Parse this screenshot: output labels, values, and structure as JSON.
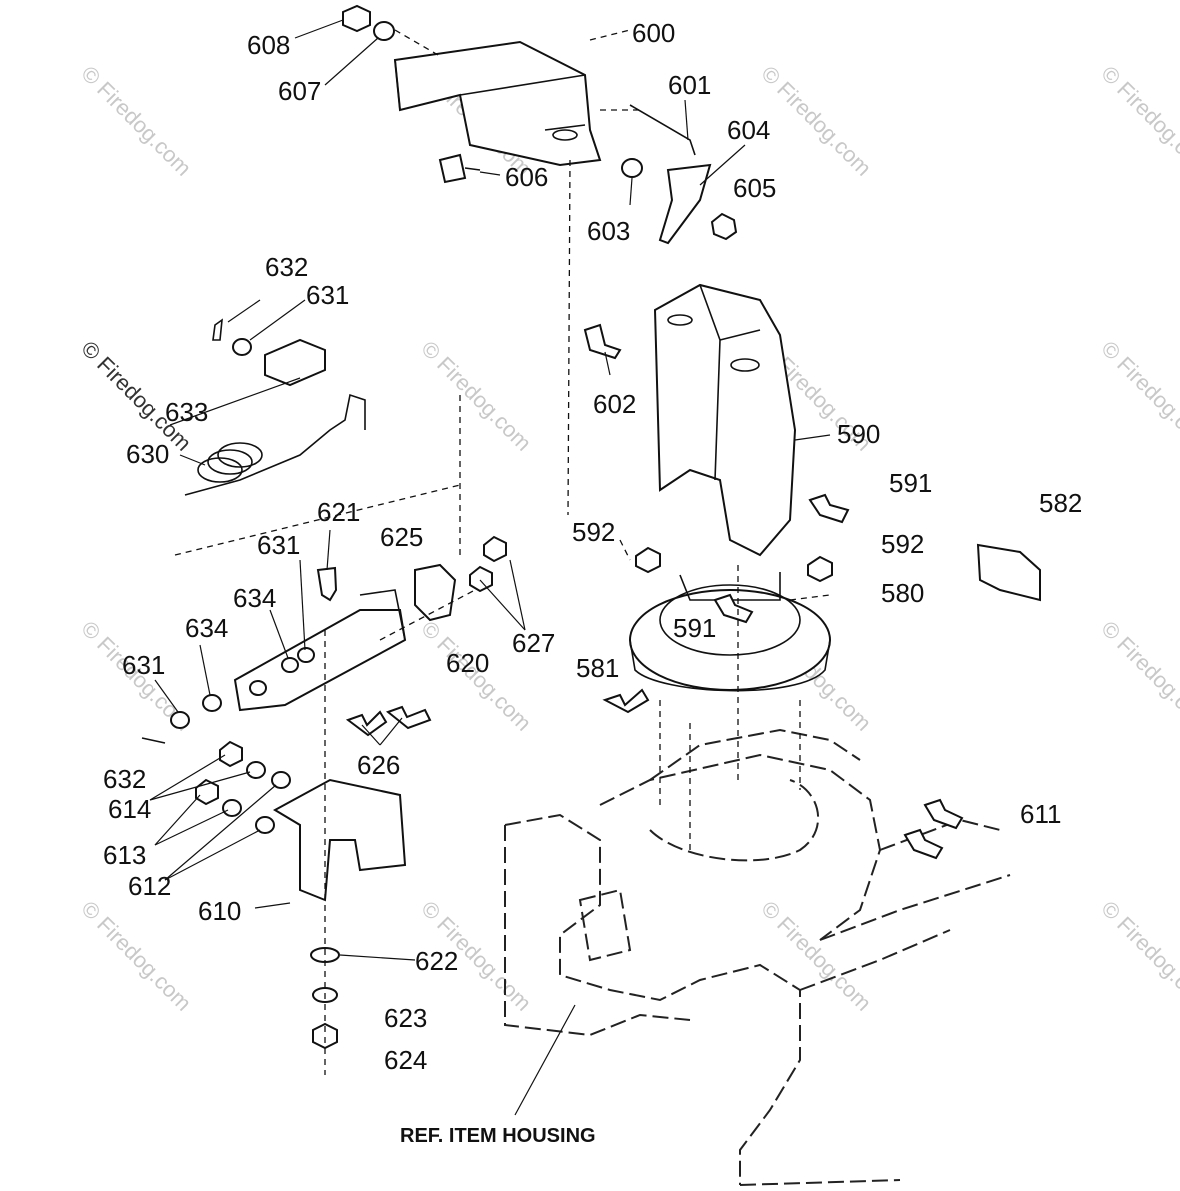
{
  "diagram": {
    "callouts": [
      "600",
      "601",
      "602",
      "603",
      "604",
      "605",
      "606",
      "607",
      "608",
      "590",
      "591",
      "591",
      "592",
      "592",
      "580",
      "581",
      "582",
      "611",
      "610",
      "612",
      "613",
      "614",
      "620",
      "621",
      "622",
      "623",
      "624",
      "625",
      "626",
      "627",
      "630",
      "631",
      "631",
      "631",
      "632",
      "632",
      "633",
      "634",
      "634"
    ],
    "reference_label": "REF. ITEM HOUSING",
    "watermark": "© Firedog.com"
  }
}
